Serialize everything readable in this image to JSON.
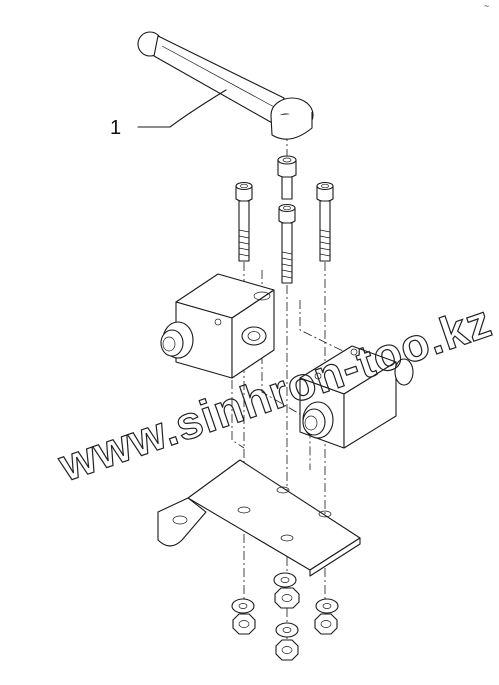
{
  "diagram": {
    "callouts": [
      {
        "label": "1",
        "target": "valve-handle"
      }
    ],
    "corner_mark": "~",
    "watermark": "www.sinhron-too.kz",
    "parts": [
      "valve-handle",
      "handle-socket-bolt",
      "long-socket-bolt",
      "valve-body-left",
      "valve-body-right",
      "mounting-bracket",
      "washer",
      "nut"
    ]
  }
}
